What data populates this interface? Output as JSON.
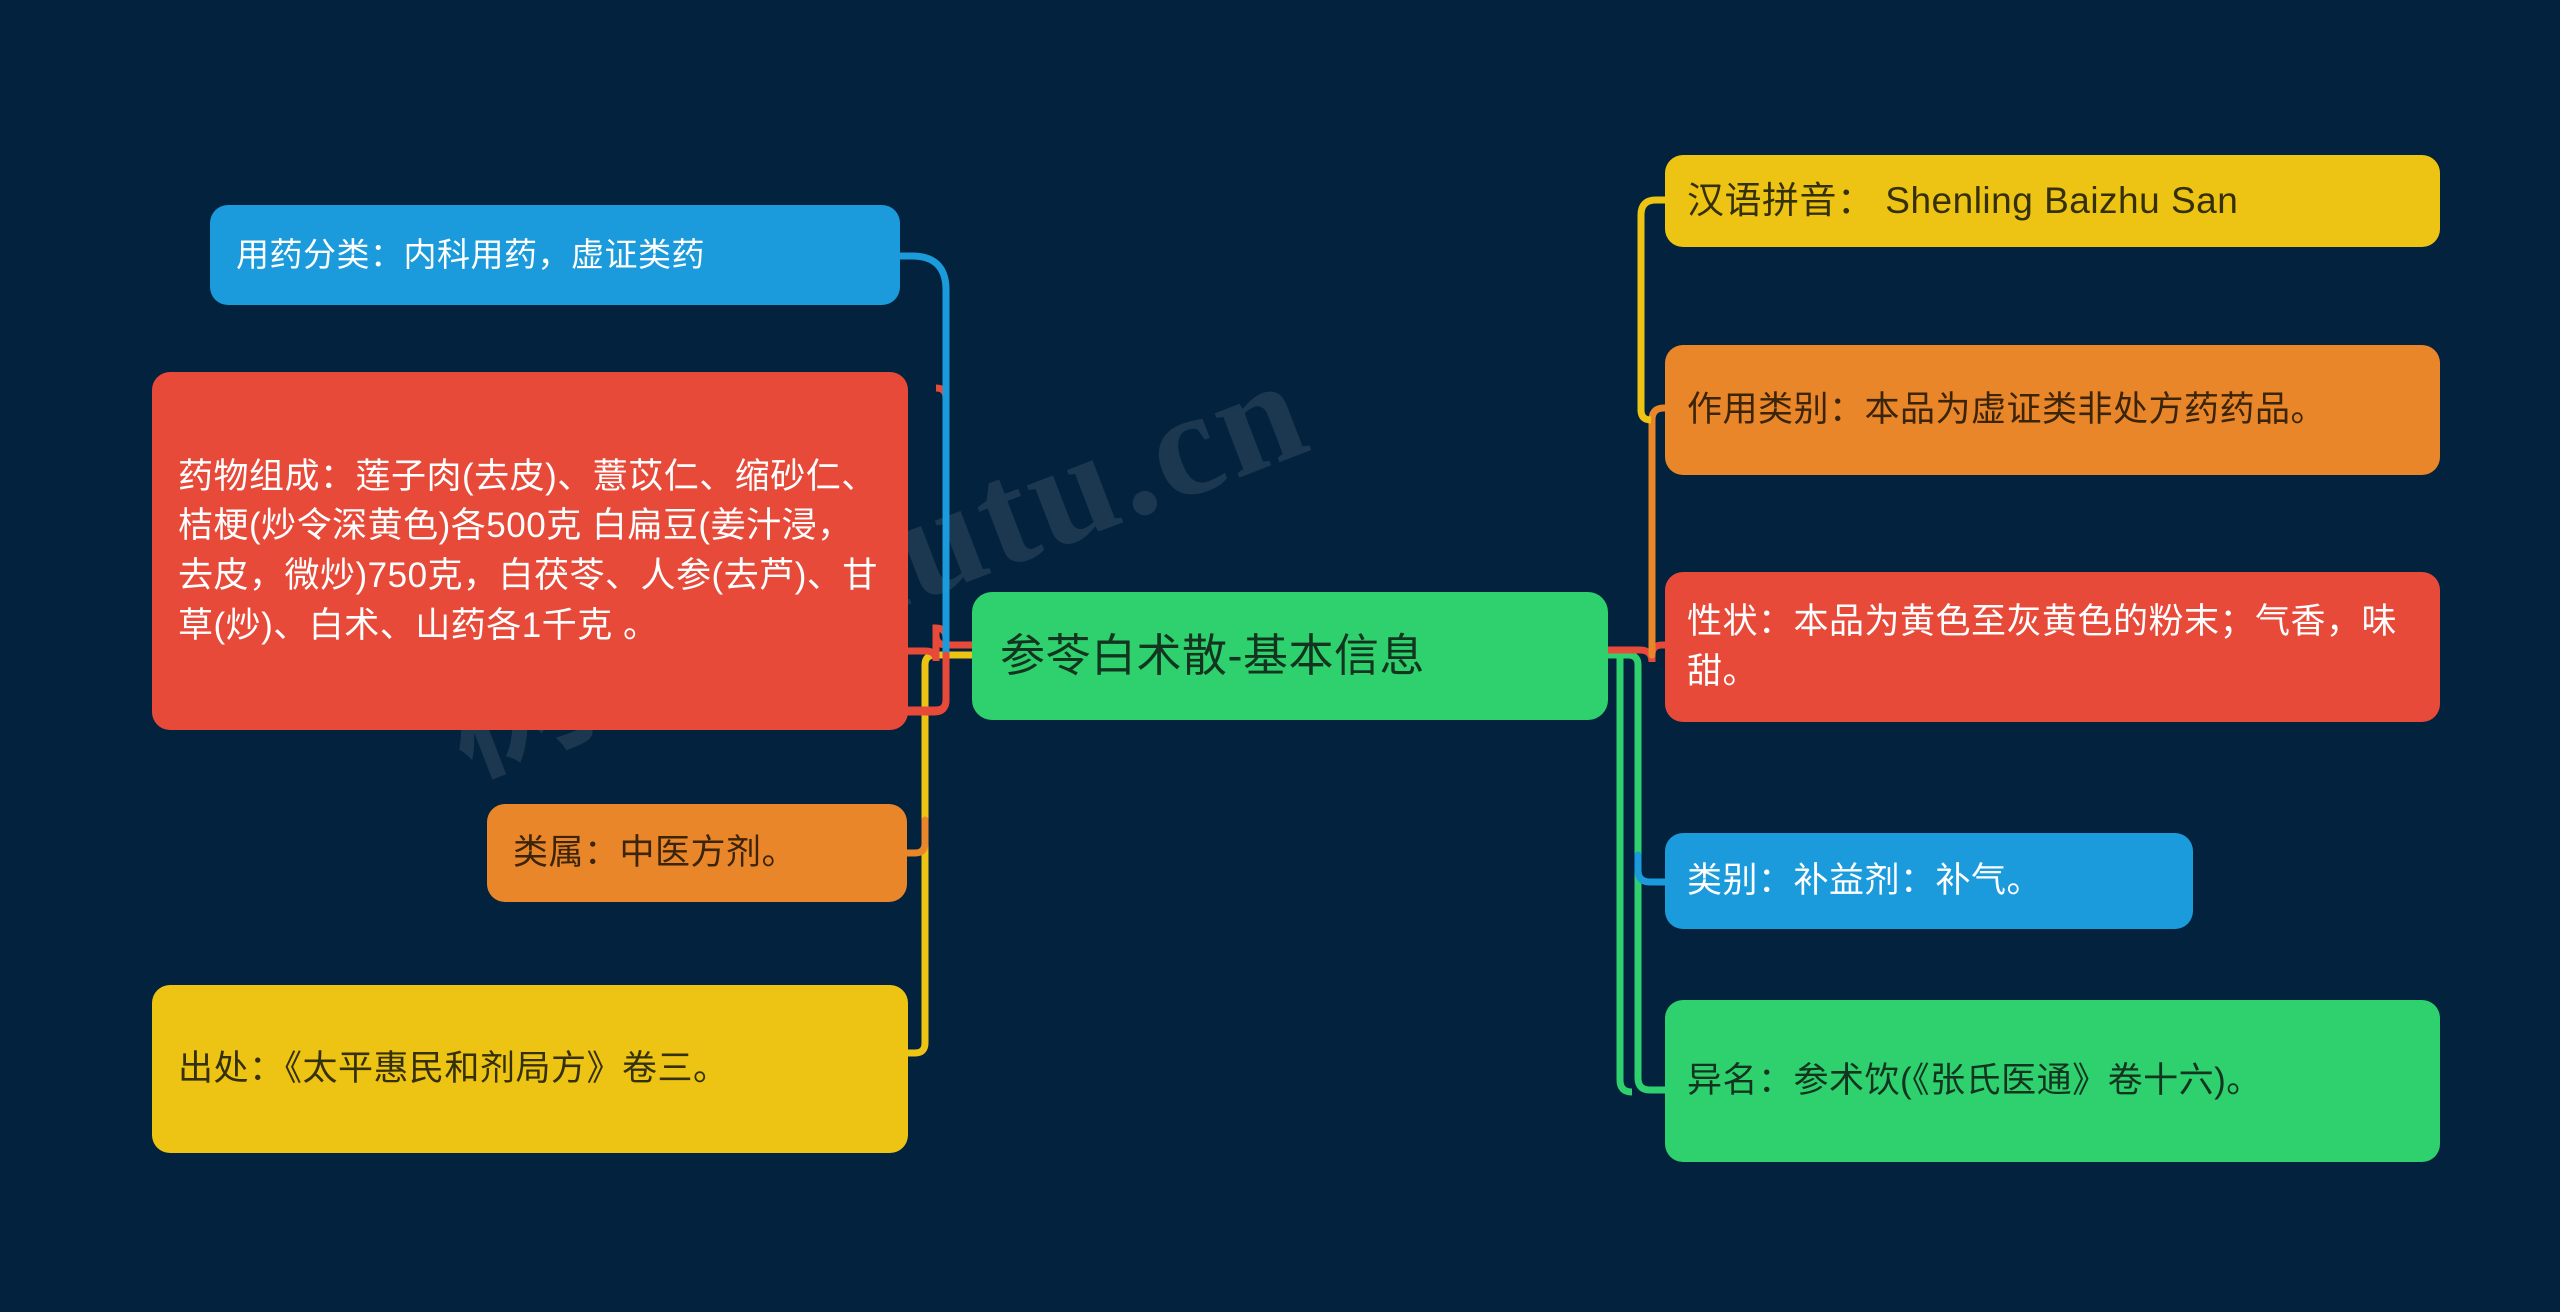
{
  "diagram": {
    "type": "mind-map",
    "background_color": "#02223d",
    "watermark": "树图Shutu.cn",
    "center": {
      "label": "参苓白术散-基本信息",
      "fill": "#2fd06e",
      "text_color": "#13351f"
    },
    "left_branches": [
      {
        "id": "yongyao-fenlei",
        "label": "用药分类：内科用药，虚证类药",
        "fill": "#1b9bdc",
        "text_color": "#ffffff",
        "line_color": "#1b9bdc"
      },
      {
        "id": "yaowu-zucheng",
        "label": "药物组成：莲子肉(去皮)、薏苡仁、缩砂仁、桔梗(炒令深黄色)各500克 白扁豆(姜汁浸，去皮，微炒)750克，白茯苓、人参(去芦)、甘草(炒)、白术、山药各1千克 。",
        "fill": "#e84a3a",
        "text_color": "#ffffff",
        "line_color": "#e84a3a"
      },
      {
        "id": "leishu",
        "label": "类属：中医方剂。",
        "fill": "#e9862a",
        "text_color": "#3b2408",
        "line_color": "#e9862a"
      },
      {
        "id": "chuchu",
        "label": "出处：《太平惠民和剂局方》卷三。",
        "fill": "#edc413",
        "text_color": "#35300a",
        "line_color": "#edc413"
      }
    ],
    "right_branches": [
      {
        "id": "hanyu-pinyin",
        "label": "汉语拼音： Shenling Baizhu San",
        "fill": "#edc413",
        "text_color": "#35300a",
        "line_color": "#edc413"
      },
      {
        "id": "zuoyong-leibie",
        "label": " 作用类别：本品为虚证类非处方药药品。",
        "fill": "#e9862a",
        "text_color": "#3b2408",
        "line_color": "#e9862a"
      },
      {
        "id": "xingzhuang",
        "label": "性状：本品为黄色至灰黄色的粉末；气香，味甜。",
        "fill": "#e84a3a",
        "text_color": "#ffffff",
        "line_color": "#e84a3a"
      },
      {
        "id": "leibie",
        "label": "类别：补益剂：补气。",
        "fill": "#1b9bdc",
        "text_color": "#ffffff",
        "line_color": "#1b9bdc"
      },
      {
        "id": "yiming",
        "label": "异名：参术饮(《张氏医通》卷十六)。",
        "fill": "#2fd06e",
        "text_color": "#13351f",
        "line_color": "#2fd06e"
      }
    ]
  }
}
